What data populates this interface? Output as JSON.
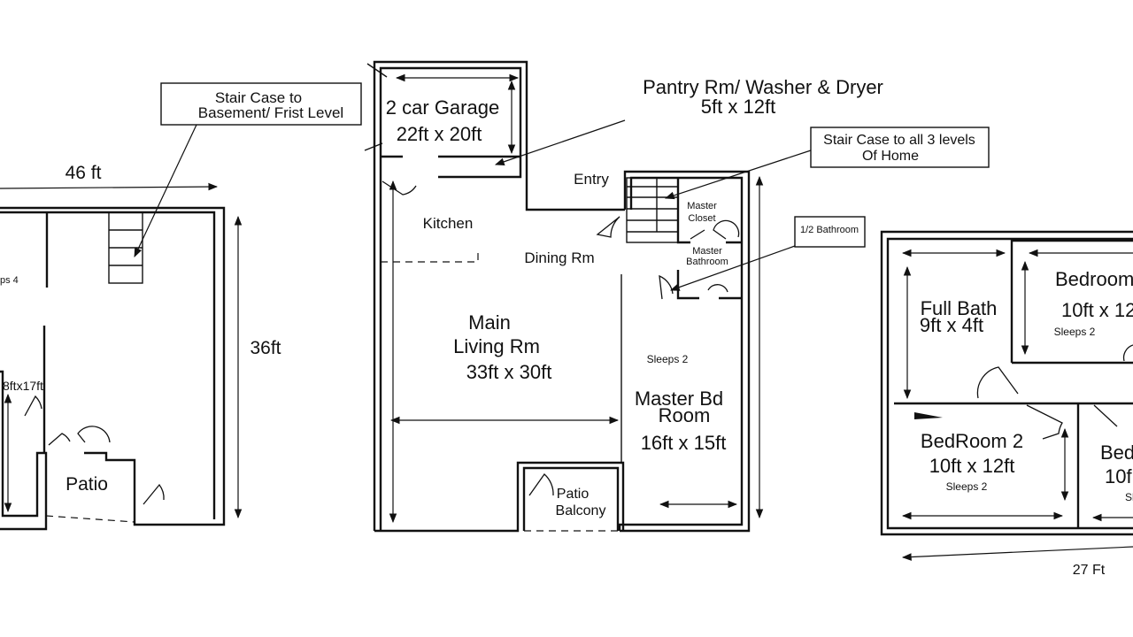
{
  "colors": {
    "ink": "#111111",
    "background": "#ffffff"
  },
  "left_plan": {
    "callout": {
      "line1": "Stair Case to",
      "line2": "Basement/ Frist Level"
    },
    "width_label": "46 ft",
    "height_label": "36ft",
    "room_partial": "ps 4",
    "room_size": "8ftx17ft",
    "patio": "Patio"
  },
  "middle_plan": {
    "garage": {
      "name": "2 car Garage",
      "size": "22ft x 20ft"
    },
    "pantry": {
      "name": "Pantry Rm/ Washer & Dryer",
      "size": "5ft x 12ft"
    },
    "stair_callout": {
      "line1": "Stair Case to all 3 levels",
      "line2": "Of Home"
    },
    "entry": "Entry",
    "kitchen": "Kitchen",
    "dining": "Dining Rm",
    "master_closet": {
      "line1": "Master",
      "line2": "Closet"
    },
    "master_bathroom": {
      "line1": "Master",
      "line2": "Bathroom"
    },
    "half_bath": "1/2 Bathroom",
    "living": {
      "line1": "Main",
      "line2": "Living Rm",
      "size": "33ft x 30ft"
    },
    "sleeps": "Sleeps 2",
    "master_bd": {
      "line1": "Master Bd",
      "line2": "Room",
      "size": "16ft x 15ft"
    },
    "patio_balcony": {
      "line1": "Patio",
      "line2": "Balcony"
    }
  },
  "right_plan": {
    "full_bath": {
      "name": "Full Bath",
      "size": "9ft x 4ft"
    },
    "bedroom1": {
      "name": "Bedroom",
      "size": "10ft x 12",
      "sleeps": "Sleeps 2"
    },
    "bedroom2": {
      "name": "BedRoom 2",
      "size": "10ft x 12ft",
      "sleeps": "Sleeps 2"
    },
    "bedroom3": {
      "name": "Bed",
      "size": "10f",
      "sleeps": "Sl"
    },
    "width_label": "27 Ft"
  }
}
